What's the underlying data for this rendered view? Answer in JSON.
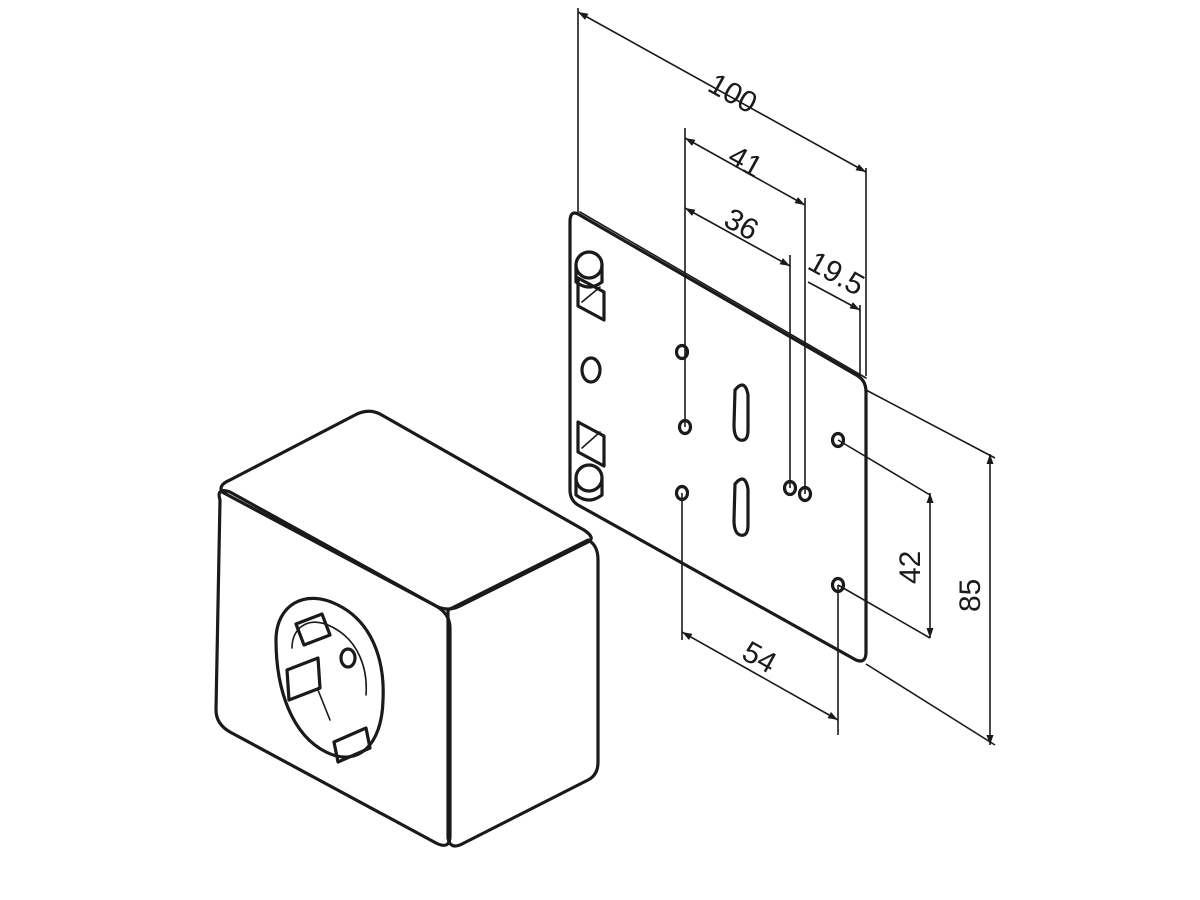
{
  "dimensions": {
    "plate_width": "100",
    "outer_hole_spacing": "41",
    "inner_hole_spacing": "36",
    "edge_offset": "19.5",
    "horizontal_hole_spacing": "54",
    "vertical_hole_spacing": "42",
    "plate_height": "85"
  },
  "colors": {
    "outline": "#1a1a1a",
    "plate_fill": "#d8d8d8",
    "box_fill": "#f4f4f4",
    "box_side": "#eeeeee",
    "background": "#ffffff"
  }
}
